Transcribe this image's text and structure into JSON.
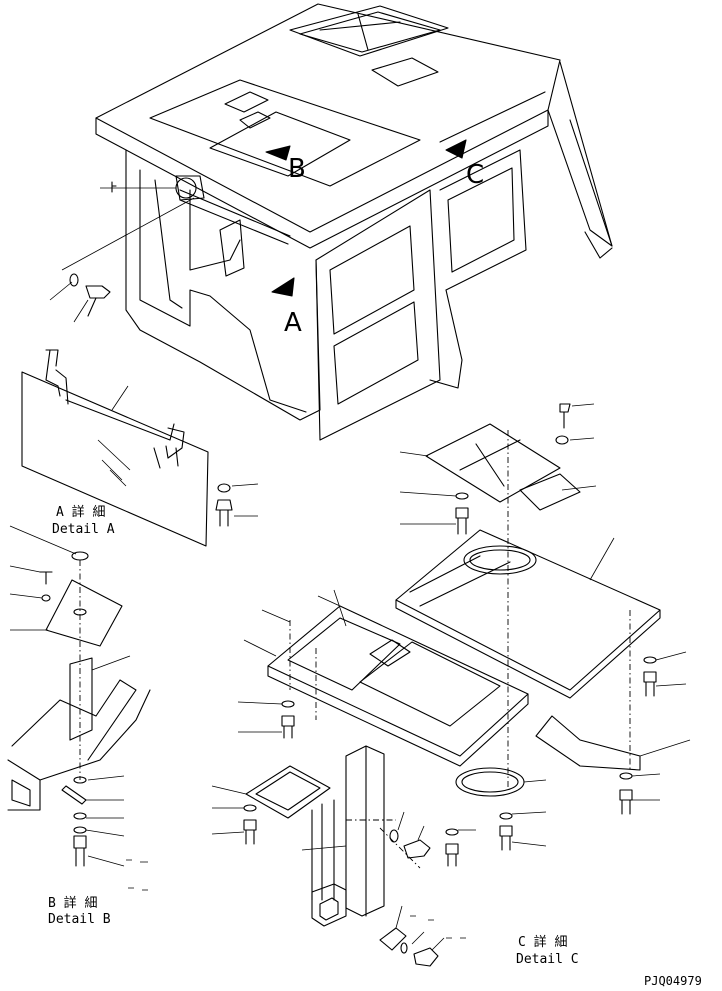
{
  "callouts": {
    "a": "A",
    "b": "B",
    "c": "C"
  },
  "detail_a": {
    "jp": "A 詳 細",
    "en": "Detail A"
  },
  "detail_b": {
    "jp": "B 詳 細",
    "en": "Detail B"
  },
  "detail_c": {
    "jp": "C 詳 細",
    "en": "Detail C"
  },
  "drawing_number": "PJQ04979"
}
